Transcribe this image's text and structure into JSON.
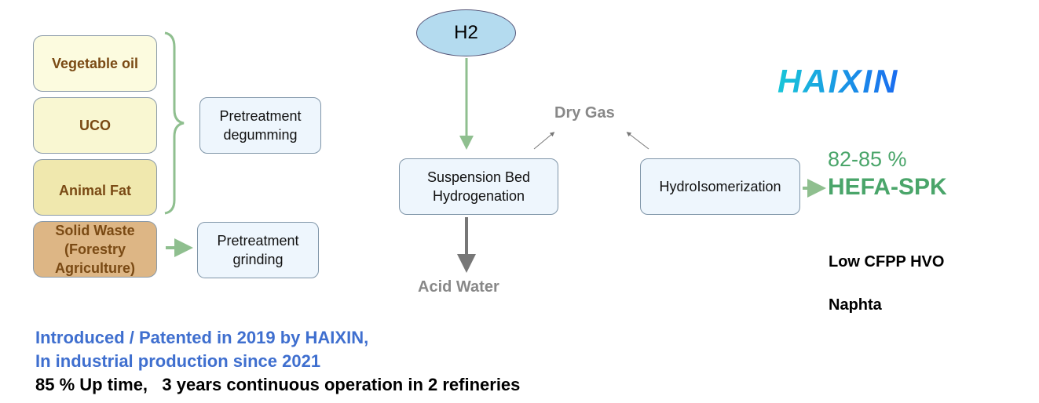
{
  "feeds": [
    "Vegetable oil",
    "UCO",
    "Animal Fat",
    "Solid Waste (Forestry Agriculture)"
  ],
  "processes": {
    "degumming": "Pretreatment degumming",
    "grinding": "Pretreatment grinding",
    "hydrogenation": "Suspension Bed Hydrogenation",
    "isomerization": "HydroIsomerization"
  },
  "h2": "H2",
  "dry_gas": "Dry Gas",
  "acid_water": "Acid Water",
  "logo": "HAIXIN",
  "yield": "82-85 %",
  "product": "HEFA-SPK",
  "byproducts": [
    "Low CFPP HVO",
    "Naphta"
  ],
  "notes": [
    "Introduced / Patented in 2019 by HAIXIN,",
    "In industrial production since 2021",
    "85 % Up time,   3 years continuous operation in 2 refineries"
  ],
  "colors": {
    "green": "#4aa56a",
    "arrow_green": "#8fbf8f",
    "blue": "#3f6fcf",
    "gray": "#888888"
  }
}
